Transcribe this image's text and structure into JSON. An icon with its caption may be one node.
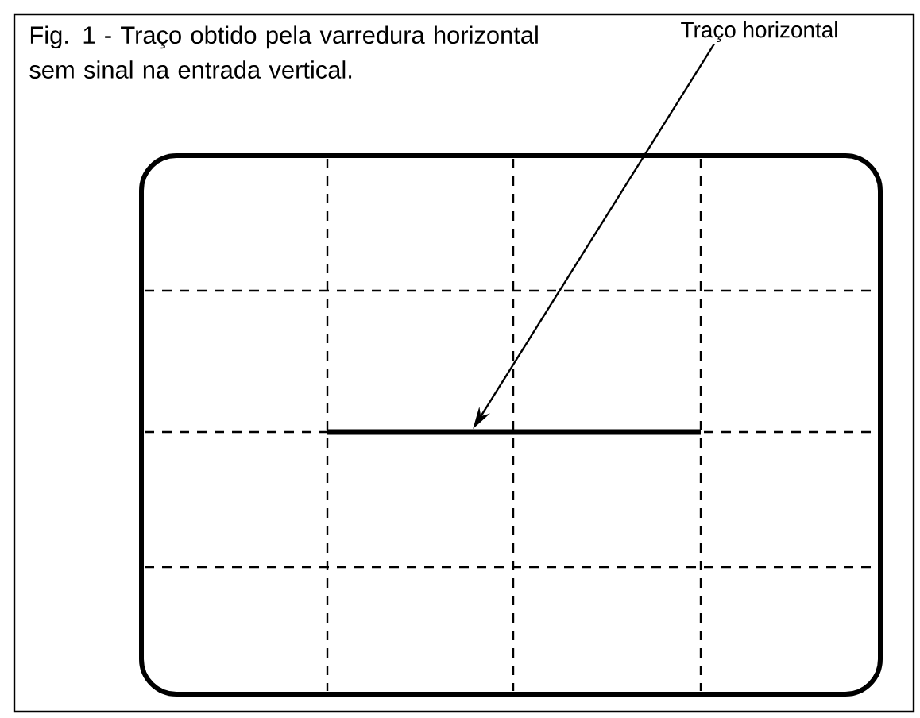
{
  "diagram": {
    "title": "Fig. 1 - Traço obtido pela varredura horizontal sem sinal na entrada vertical.",
    "nodes": [
      {
        "text": [
          "Traço horizontal"
        ]
      },
      {
        "text": [],
        "shape": "bar"
      }
    ],
    "edges": [
      {
        "from": 0,
        "to": 1,
        "arrow": "to"
      }
    ]
  }
}
